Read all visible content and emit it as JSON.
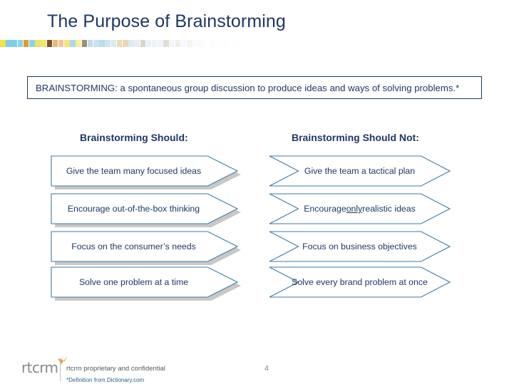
{
  "slide": {
    "title": "The Purpose of Brainstorming",
    "page_number": "4",
    "title_color": "#1F3864",
    "accent_color": "#3E7BA6"
  },
  "definition": {
    "text": "BRAINSTORMING: a spontaneous group discussion to produce ideas and ways of solving problems.*"
  },
  "color_bar": {
    "swatches": [
      "#F5DF4D",
      "#7FCDE8",
      "#7FCDE8",
      "#8CD2EA",
      "#E09A2E",
      "#8CD2EA",
      "#F0E06A",
      "#F2E475",
      "#7A5430",
      "#E8B87A",
      "#EFC79A",
      "#F5E384",
      "#A9D8E8",
      "#F7ED9E",
      "#9A8F7A",
      "#BFDDE8",
      "#C9E2EC",
      "#BBDCE9",
      "#CFE6EF",
      "#D8EBF2",
      "#EFD9B8",
      "#E9D7BC",
      "#DCEAF1",
      "#E6EEF3",
      "#DBD3C6",
      "#E9F2F6",
      "#EDF4F8",
      "#F0F5F8",
      "#E3DED5",
      "#F2F7FA",
      "#F0EEE9",
      "#F6FAFC",
      "#F7F4EF",
      "#FAFCFD",
      "#FBFBFA",
      "#FDFEFE",
      "#FCFCFB",
      "#FEFEFE",
      "#FDFDFC",
      "#FFFFFF",
      "#FEFEFE",
      "#FFFFFF",
      "#FFFFFF",
      "#FFFFFF",
      "#FFFFFF",
      "#FFFFFF",
      "#FFFFFF",
      "#FFFFFF",
      "#FFFFFF",
      "#FFFFFF",
      "#FFFFFF",
      "#FFFFFF",
      "#FFFFFF",
      "#FFFFFF",
      "#FFFFFF",
      "#FFFFFF",
      "#FFFFFF",
      "#FFFFFF",
      "#FFFFFF",
      "#FFFFFF",
      "#FFFFFF",
      "#FFFFFF",
      "#FFFFFF",
      "#FFFFFF",
      "#FFFFFF",
      "#FFFFFF",
      "#FFFFFF",
      "#FFFFFF",
      "#FFFFFF",
      "#FFFFFF",
      "#FFFFFF",
      "#FFFFFF",
      "#FFFFFF",
      "#FFFFFF",
      "#FFFFFF",
      "#FFFFFF",
      "#FFFFFF",
      "#FFFFFF",
      "#FFFFFF",
      "#FFFFFF",
      "#FFFFFF",
      "#FFFFFF",
      "#FFFFFF",
      "#FFFFFF",
      "#FFFFFF",
      "#FFFFFF",
      "#FFFFFF",
      "#FFFFFF",
      "#FFFFFF",
      "#FFFFFF"
    ]
  },
  "columns": {
    "should": {
      "header": "Brainstorming Should:",
      "items": [
        {
          "label": "Give the team many focused ideas"
        },
        {
          "label": "Encourage out-of-the-box thinking"
        },
        {
          "label": "Focus on the consumer’s needs"
        },
        {
          "label": "Solve one problem at a time"
        }
      ]
    },
    "should_not": {
      "header": "Brainstorming Should Not:",
      "items": [
        {
          "label": "Give the team a tactical plan"
        },
        {
          "label_pre": "Encourage ",
          "label_em": "only",
          "label_post": " realistic ideas"
        },
        {
          "label": "Focus on business objectives"
        },
        {
          "label": "Solve every brand problem at once"
        }
      ]
    }
  },
  "footer": {
    "logo_text": "rtcrm",
    "confidential": "rtcrm proprietary and confidential",
    "source_note": "*Definition from Dictionary.com"
  }
}
